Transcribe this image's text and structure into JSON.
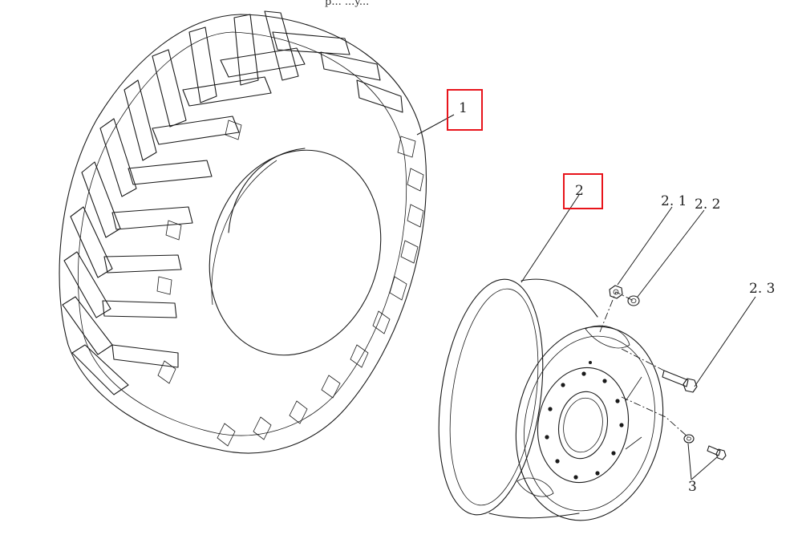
{
  "header_fragment": "p...   ...y...",
  "callouts": {
    "c1": "1",
    "c2": "2",
    "c21": "2. 1",
    "c22": "2. 2",
    "c23": "2. 3",
    "c3": "3"
  },
  "highlight_color": "#e8141b",
  "icons": [
    "tire-drawing",
    "wheel-rim-drawing",
    "nut-icon",
    "washer-icon",
    "bolt-icon"
  ]
}
